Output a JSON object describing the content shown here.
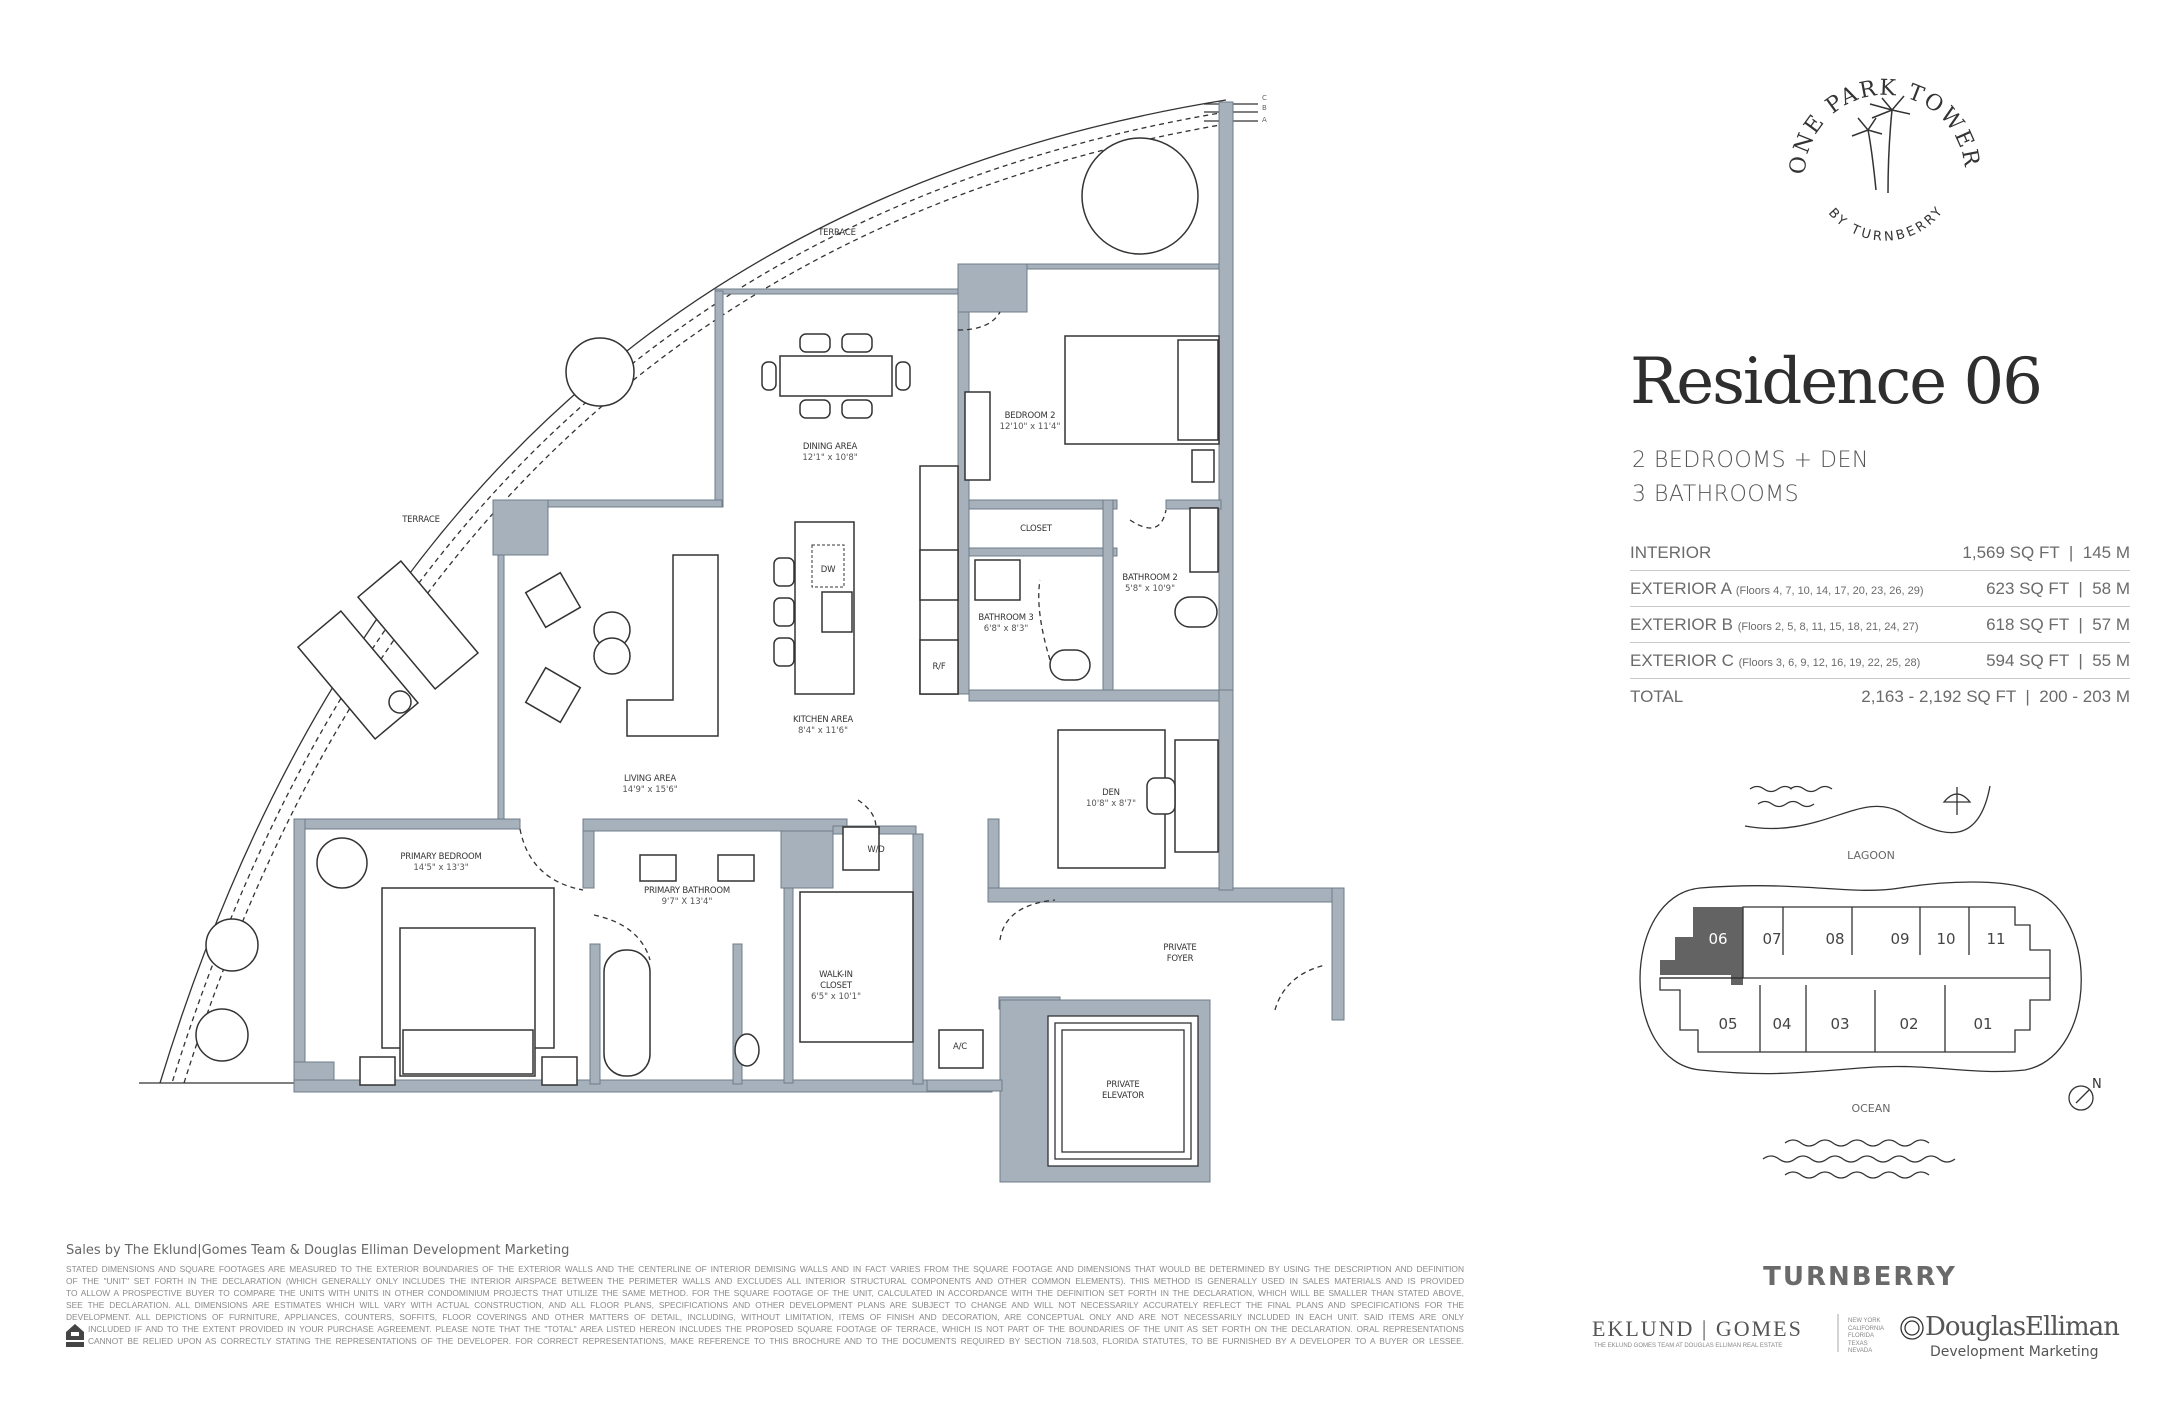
{
  "logo": {
    "top_text": "ONE PARK TOWER",
    "bottom_text": "BY TURNBERRY"
  },
  "residence": {
    "title": "Residence 06",
    "bedrooms": "2 BEDROOMS + DEN",
    "bathrooms": "3 BATHROOMS"
  },
  "areas": [
    {
      "label": "INTERIOR",
      "floors": "",
      "value": "1,569 SQ FT  |  145 M"
    },
    {
      "label": "EXTERIOR A",
      "floors": "(Floors 4, 7, 10, 14, 17, 20, 23, 26, 29)",
      "value": "623 SQ FT  |  58 M"
    },
    {
      "label": "EXTERIOR B",
      "floors": "(Floors 2, 5, 8, 11, 15, 18, 21, 24, 27)",
      "value": "618 SQ FT  |  57 M"
    },
    {
      "label": "EXTERIOR C",
      "floors": "(Floors 3, 6, 9, 12, 16, 19, 22, 25, 28)",
      "value": "594 SQ FT  |  55 M"
    },
    {
      "label": "TOTAL",
      "floors": "",
      "value": "2,163 - 2,192 SQ FT  |  200 - 203 M"
    }
  ],
  "floorplan": {
    "terrace_label": "TERRACE",
    "terrace_markers": [
      "C",
      "B",
      "A"
    ],
    "rooms": {
      "dining": {
        "name": "DINING AREA",
        "dim": "12'1\" x 10'8\""
      },
      "bedroom2": {
        "name": "BEDROOM 2",
        "dim": "12'10\" x 11'4\""
      },
      "closet": {
        "name": "CLOSET"
      },
      "bathroom2": {
        "name": "BATHROOM 2",
        "dim": "5'8\" x 10'9\""
      },
      "bathroom3": {
        "name": "BATHROOM 3",
        "dim": "6'8\" x 8'3\""
      },
      "kitchen": {
        "name": "KITCHEN AREA",
        "dim": "8'4\" x 11'6\""
      },
      "living": {
        "name": "LIVING AREA",
        "dim": "14'9\" x 15'6\""
      },
      "den": {
        "name": "DEN",
        "dim": "10'8\" x 8'7\""
      },
      "primary_bedroom": {
        "name": "PRIMARY BEDROOM",
        "dim": "14'5\" x 13'3\""
      },
      "primary_bathroom": {
        "name": "PRIMARY BATHROOM",
        "dim": "9'7\" X 13'4\""
      },
      "walkin": {
        "name1": "WALK-IN",
        "name2": "CLOSET",
        "dim": "6'5\" x 10'1\""
      },
      "foyer": {
        "name1": "PRIVATE",
        "name2": "FOYER"
      },
      "elevator": {
        "name1": "PRIVATE",
        "name2": "ELEVATOR"
      }
    },
    "fixtures": {
      "dw": "DW",
      "rf": "R/F",
      "wd": "W/D",
      "ac": "A/C"
    }
  },
  "keyplan": {
    "lagoon": "LAGOON",
    "ocean": "OCEAN",
    "north": "N",
    "highlight_color": "#636363",
    "top_units": [
      "06",
      "07",
      "08",
      "09",
      "10",
      "11"
    ],
    "bottom_units": [
      "05",
      "04",
      "03",
      "02",
      "01"
    ],
    "highlighted_unit": "06"
  },
  "footer": {
    "sales": "Sales by The Eklund|Gomes Team & Douglas Elliman Development Marketing",
    "disclaimer": [
      "STATED DIMENSIONS AND SQUARE FOOTAGES ARE MEASURED TO THE EXTERIOR BOUNDARIES OF THE EXTERIOR WALLS AND THE CENTERLINE OF INTERIOR DEMISING WALLS AND IN FACT VARIES FROM THE SQUARE FOOTAGE AND DIMENSIONS THAT WOULD BE DETERMINED BY USING THE DESCRIPTION AND DEFINITION",
      "OF THE \"UNIT\" SET FORTH IN THE DECLARATION (WHICH GENERALLY ONLY INCLUDES THE INTERIOR AIRSPACE BETWEEN THE PERIMETER WALLS AND EXCLUDES ALL INTERIOR STRUCTURAL COMPONENTS AND OTHER COMMON ELEMENTS). THIS METHOD IS GENERALLY USED IN SALES MATERIALS AND IS PROVIDED",
      "TO ALLOW A PROSPECTIVE BUYER TO COMPARE THE UNITS WITH UNITS IN OTHER CONDOMINIUM PROJECTS THAT UTILIZE THE SAME METHOD. FOR THE SQUARE FOOTAGE OF THE UNIT, CALCULATED IN ACCORDANCE WITH THE DEFINITION SET FORTH IN THE DECLARATION, WHICH WILL BE SMALLER THAN STATED ABOVE,",
      "SEE THE DECLARATION. ALL DIMENSIONS ARE ESTIMATES WHICH WILL VARY WITH ACTUAL CONSTRUCTION, AND ALL FLOOR PLANS, SPECIFICATIONS AND OTHER DEVELOPMENT PLANS ARE SUBJECT TO CHANGE AND WILL NOT NECESSARILY ACCURATELY REFLECT THE FINAL PLANS AND SPECIFICATIONS FOR THE",
      "DEVELOPMENT. ALL DEPICTIONS OF FURNITURE, APPLIANCES, COUNTERS, SOFFITS, FLOOR COVERINGS AND OTHER MATTERS OF DETAIL, INCLUDING, WITHOUT LIMITATION, ITEMS OF FINISH AND DECORATION, ARE CONCEPTUAL ONLY AND ARE NOT NECESSARILY INCLUDED IN EACH UNIT. SAID ITEMS ARE ONLY",
      "INCLUDED IF AND TO THE EXTENT PROVIDED IN YOUR PURCHASE AGREEMENT. PLEASE NOTE THAT THE \"TOTAL\" AREA LISTED HEREON INCLUDES THE PROPOSED SQUARE FOOTAGE OF TERRACE, WHICH IS NOT PART OF THE BOUNDARIES OF THE UNIT AS SET FORTH ON THE DECLARATION. ORAL REPRESENTATIONS",
      "CANNOT BE RELIED UPON AS CORRECTLY STATING THE REPRESENTATIONS OF THE DEVELOPER. FOR CORRECT REPRESENTATIONS, MAKE REFERENCE TO THIS BROCHURE AND TO THE DOCUMENTS REQUIRED BY SECTION 718.503, FLORIDA STATUTES, TO BE FURNISHED BY A DEVELOPER TO A BUYER OR LESSEE."
    ],
    "turnberry": "TURNBERRY",
    "eklund": "EKLUND | GOMES",
    "eklund_sub": "THE EKLUND GOMES TEAM AT DOUGLAS ELLIMAN REAL ESTATE",
    "eklund_states": [
      "NEW YORK",
      "CALIFORNIA",
      "FLORIDA",
      "TEXAS",
      "NEVADA"
    ],
    "douglas_elliman": "DouglasElliman",
    "douglas_elliman_sub": "Development Marketing"
  }
}
